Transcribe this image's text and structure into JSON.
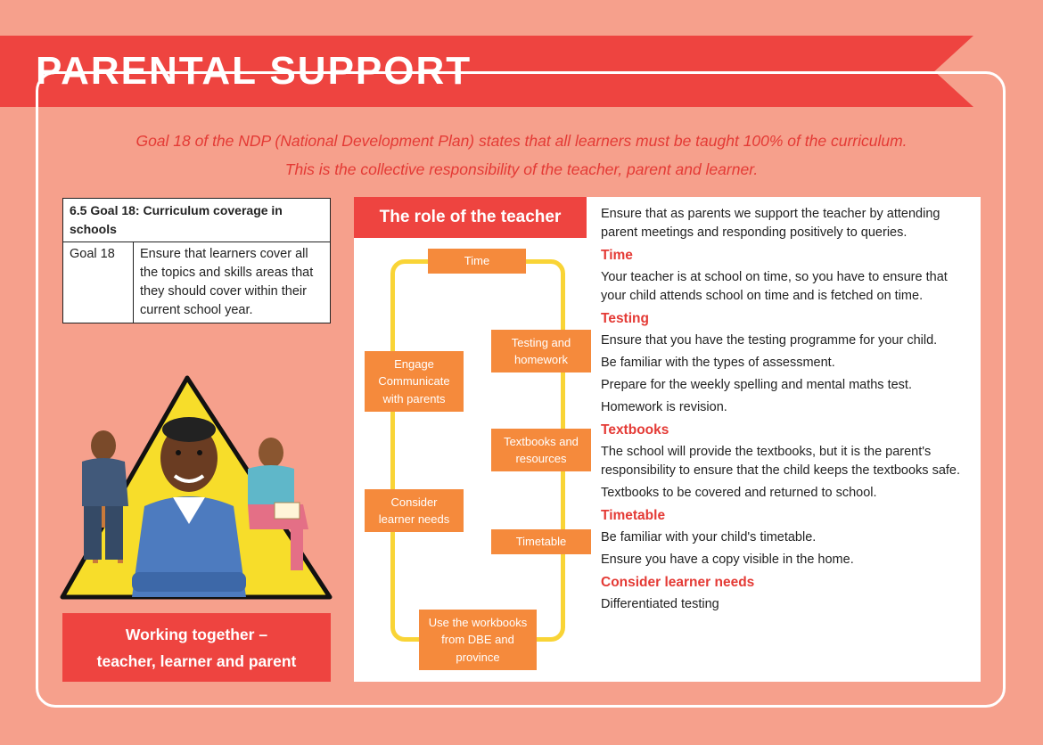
{
  "banner": {
    "title": "PARENTAL SUPPORT"
  },
  "intro": {
    "line1": "Goal 18 of the NDP (National Development Plan) states that all learners must be taught 100% of the curriculum.",
    "line2": "This is the collective responsibility of the teacher, parent and learner."
  },
  "goal_table": {
    "header": "6.5  Goal 18: Curriculum coverage in schools",
    "row_label": "Goal 18",
    "row_text": "Ensure that learners cover all the topics and skills areas that they should cover within their current school year."
  },
  "caption": {
    "line1": "Working together –",
    "line2": "teacher, learner and parent"
  },
  "panel": {
    "title": "The role of the teacher",
    "cycle": {
      "time": "Time",
      "testing": "Testing and homework",
      "engage": "Engage Communicate with parents",
      "textbooks": "Textbooks and resources",
      "consider": "Consider learner needs",
      "timetable": "Timetable",
      "workbooks": "Use the workbooks from DBE and province"
    }
  },
  "text": {
    "intro": "Ensure that as parents we support the teacher by attending parent meetings and responding positively to queries.",
    "sections": [
      {
        "heading": "Time",
        "lines": [
          "Your teacher is at school on time, so you have to ensure that your child attends school on time and is fetched on time."
        ]
      },
      {
        "heading": "Testing",
        "lines": [
          "Ensure that you have the testing programme for your child.",
          "Be familiar with the types of assessment.",
          "Prepare for the weekly spelling and mental maths test.",
          "Homework is revision."
        ]
      },
      {
        "heading": "Textbooks",
        "lines": [
          "The school will provide the textbooks, but it is the parent's responsibility to ensure that the child keeps the textbooks safe.",
          "Textbooks to be covered and returned to school."
        ]
      },
      {
        "heading": "Timetable",
        "lines": [
          "Be familiar with your child's timetable.",
          "Ensure you have a copy visible in the home."
        ]
      },
      {
        "heading": "Consider learner needs",
        "lines": [
          "Differentiated testing"
        ]
      }
    ]
  },
  "colors": {
    "background": "#f6a08c",
    "accent_red": "#ee4440",
    "orange": "#f58a3c",
    "yellow": "#f9d436"
  }
}
